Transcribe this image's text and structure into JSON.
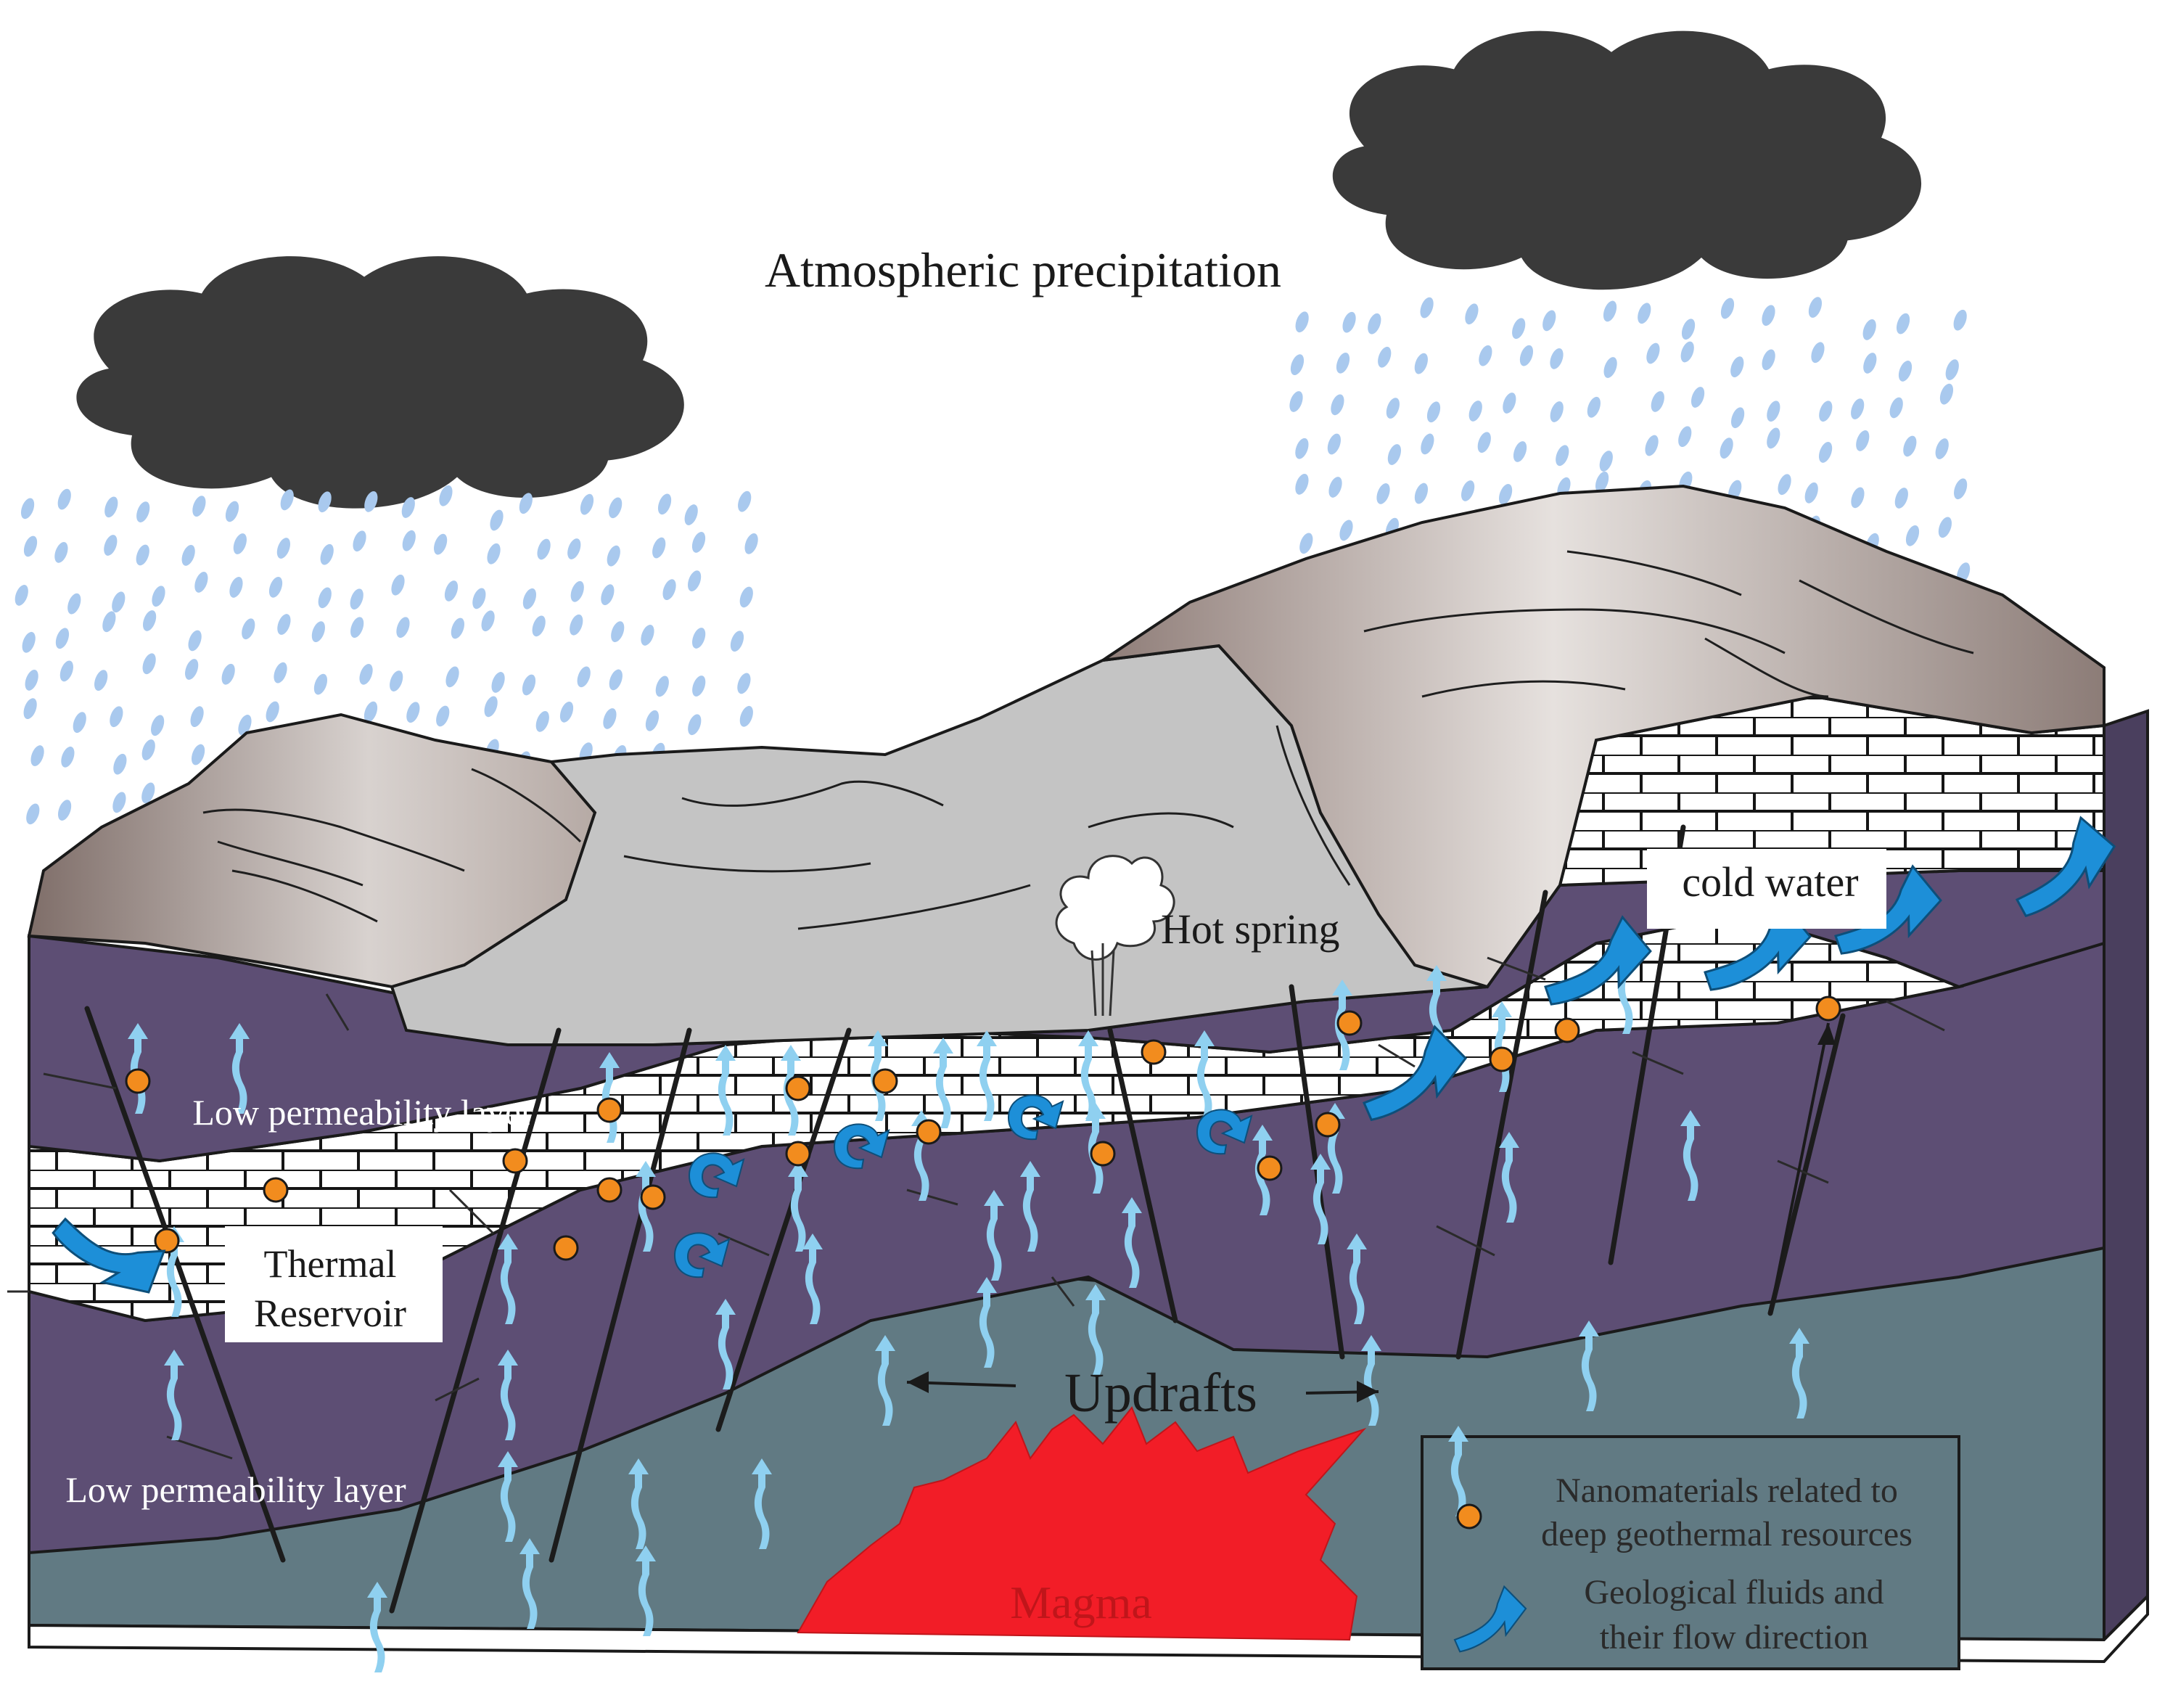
{
  "labels": {
    "precipitation": "Atmospheric precipitation",
    "hot_spring": "Hot spring",
    "cold_water": "cold water",
    "low_perm_upper": "Low permeability layer",
    "low_perm_lower": "Low permeability layer",
    "thermal_reservoir_line1": "Thermal",
    "thermal_reservoir_line2": "Reservoir",
    "updrafts": "Updrafts",
    "magma": "Magma"
  },
  "legend": {
    "nanomaterials_line1": "Nanomaterials related to",
    "nanomaterials_line2": "deep geothermal resources",
    "fluids_line1": "Geological fluids and",
    "fluids_line2": "their flow direction"
  },
  "icons": {
    "cloud": "cloud-icon",
    "raindrop": "raindrop-icon",
    "updraft_arrow": "wavy-up-arrow-icon",
    "nanoparticle": "orange-dot-icon",
    "fluid_flow": "curved-blue-arrow-icon",
    "steam": "steam-plume-icon"
  },
  "colors": {
    "cloud": "#3a3a3a",
    "rain": "#a9c9ee",
    "low_permeability": "#5d4e74",
    "basement": "#617a83",
    "limestone": "#ffffff",
    "mountain": "#a89a94",
    "valley": "#c4c4c4",
    "magma": "#f21d27",
    "nanoparticle": "#f28c1e",
    "fluid_arrow": "#1d8fd8",
    "updraft": "#8fd0f0"
  }
}
